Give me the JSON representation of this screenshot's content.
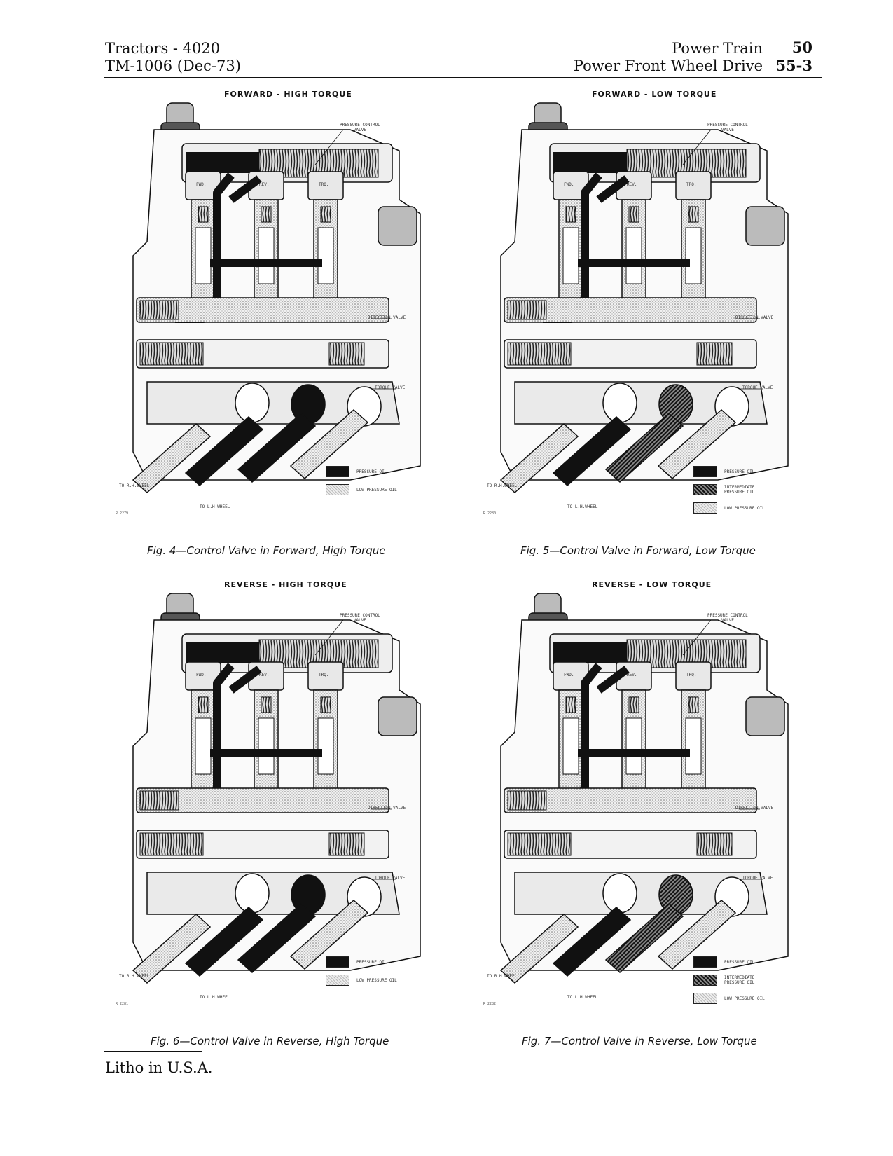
{
  "header": {
    "left_line1": "Tractors - 4020",
    "left_line2": "TM-1006 (Dec-73)",
    "right_title1": "Power Train",
    "right_title2": "Power Front Wheel Drive",
    "right_num1": "50",
    "right_num2": "55-3"
  },
  "figures": [
    {
      "title": "FORWARD - HIGH TORQUE",
      "caption": "Fig. 4—Control Valve in Forward, High Torque",
      "code": "R 2279",
      "callouts": {
        "pressure_control_valve": "PRESSURE CONTROL\nVALVE",
        "direction_valve": "DIRECTION VALVE",
        "torque_valve": "TORQUE VALVE",
        "to_rh_wheel": "TO R.H.WHEEL",
        "to_lh_wheel": "TO L.H.WHEEL",
        "fwd": "FWD.",
        "rev": "REV.",
        "trq": "TRQ."
      },
      "legend": [
        {
          "label": "PRESSURE OIL",
          "type": "hp"
        },
        {
          "label": "LOW PRESSURE OIL",
          "type": "lp"
        }
      ]
    },
    {
      "title": "FORWARD - LOW TORQUE",
      "caption": "Fig. 5—Control Valve in Forward, Low Torque",
      "code": "R 2280",
      "callouts": {
        "pressure_control_valve": "PRESSURE CONTROL\nVALVE",
        "direction_valve": "DIRECTION VALVE",
        "torque_valve": "TORQUE VALVE",
        "to_rh_wheel": "TO R.H.WHEEL",
        "to_lh_wheel": "TO L.H.WHEEL",
        "fwd": "FWD.",
        "rev": "REV.",
        "trq": "TRQ."
      },
      "legend": [
        {
          "label": "PRESSURE OIL",
          "type": "hp"
        },
        {
          "label": "INTERMEDIATE\nPRESSURE OIL",
          "type": "ip"
        },
        {
          "label": "LOW PRESSURE OIL",
          "type": "lp"
        }
      ]
    },
    {
      "title": "REVERSE - HIGH TORQUE",
      "caption": "Fig. 6—Control Valve in Reverse, High Torque",
      "code": "R 2281",
      "callouts": {
        "pressure_control_valve": "PRESSURE CONTROL\nVALVE",
        "direction_valve": "DIRECTION VALVE",
        "torque_valve": "TORQUE VALVE",
        "to_rh_wheel": "TO R.H.WHEEL",
        "to_lh_wheel": "TO L.H.WHEEL",
        "fwd": "FWD.",
        "rev": "REV.",
        "trq": "TRQ."
      },
      "legend": [
        {
          "label": "PRESSURE OIL",
          "type": "hp"
        },
        {
          "label": "LOW PRESSURE OIL",
          "type": "lp"
        }
      ]
    },
    {
      "title": "REVERSE - LOW TORQUE",
      "caption": "Fig. 7—Control Valve in Reverse, Low Torque",
      "code": "R 2282",
      "callouts": {
        "pressure_control_valve": "PRESSURE CONTROL\nVALVE",
        "direction_valve": "DIRECTION VALVE",
        "torque_valve": "TORQUE VALVE",
        "to_rh_wheel": "TO R.H.WHEEL",
        "to_lh_wheel": "TO L.H.WHEEL",
        "fwd": "FWD.",
        "rev": "REV.",
        "trq": "TRQ."
      },
      "legend": [
        {
          "label": "PRESSURE OIL",
          "type": "hp"
        },
        {
          "label": "INTERMEDIATE\nPRESSURE OIL",
          "type": "ip"
        },
        {
          "label": "LOW PRESSURE OIL",
          "type": "lp"
        }
      ]
    }
  ],
  "footer": "Litho in U.S.A."
}
